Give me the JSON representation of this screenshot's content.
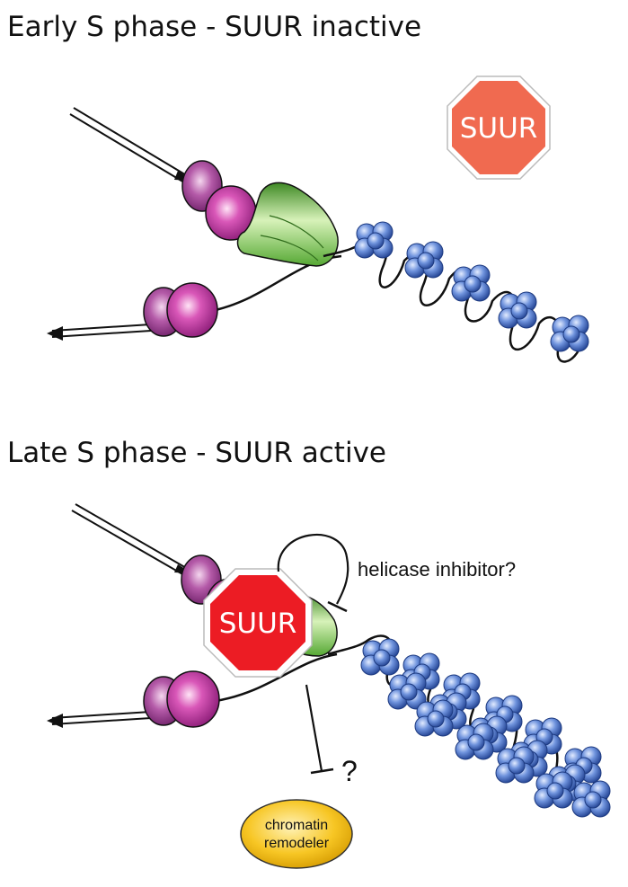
{
  "panels": {
    "early": {
      "title": "Early S phase - SUUR inactive",
      "suur_label": "SUUR",
      "suur_color": "#f06a50"
    },
    "late": {
      "title": "Late S phase - SUUR active",
      "suur_label": "SUUR",
      "suur_color": "#ec1c24",
      "helicase_label": "helicase inhibitor?",
      "question_mark": "?",
      "remodeler_label_line1": "chromatin",
      "remodeler_label_line2": "remodeler",
      "remodeler_color": "#f7c624"
    }
  },
  "colors": {
    "mcm_purple": "#9b3a91",
    "pol_magenta": "#c83aa5",
    "helicase_green": "#6cbf3c",
    "nucleosome_blue": "#3f69c4",
    "dna": "#111111"
  }
}
